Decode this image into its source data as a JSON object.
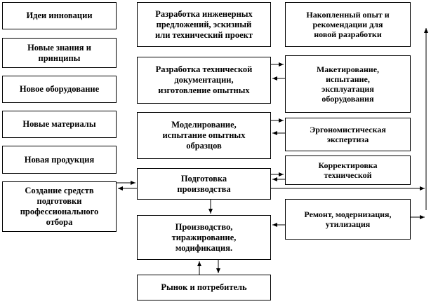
{
  "diagram": {
    "left_column": [
      "Идеи инновации",
      "Новые знания и\nпринципы",
      "Новое оборудование",
      "Новые материалы",
      "Новая продукция",
      "Создание средств\nподготовки\nпрофессионального\nотбора"
    ],
    "middle_column": [
      "Разработка инженерных\nпредложений, эскизный\nили технический проект",
      "Разработка технической\nдокументации,\nизготовление опытных",
      "Моделирование,\nиспытание опытных\nобразцов",
      "Подготовка\nпроизводства",
      "Производство,\nтиражирование,\nмодификация.",
      "Рынок и потребитель"
    ],
    "right_column": [
      "Накопленный опыт и\nрекомендации для\nновой разработки",
      "Макетирование,\nиспытание,\nэксплуатация\nоборудования",
      "Эргономистическая\nэкспертиза",
      "Корректировка\nтехнической",
      "Ремонт, модернизация,\nутилизация"
    ]
  }
}
